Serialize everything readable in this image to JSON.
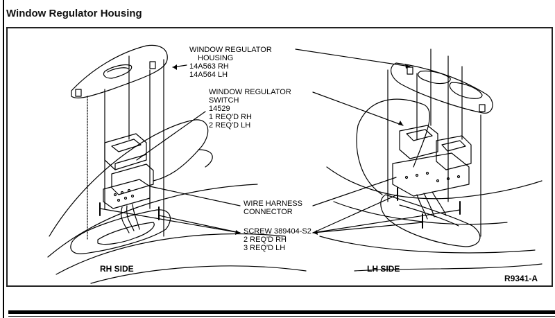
{
  "page": {
    "title": "Window Regulator Housing"
  },
  "diagram": {
    "callouts": {
      "housing": [
        "WINDOW REGULATOR",
        "HOUSING",
        "14A563 RH",
        "14A564 LH"
      ],
      "switch": [
        "WINDOW REGULATOR",
        "SWITCH",
        "14529",
        "1 REQ'D RH",
        "2 REQ'D LH"
      ],
      "harness": [
        "WIRE HARNESS",
        "CONNECTOR"
      ],
      "screw": [
        "SCREW 389404-S2",
        "2 REQ'D RH",
        "3 REQ'D LH"
      ]
    },
    "rh_label": "RH SIDE",
    "lh_label": "LH SIDE",
    "figure_id": "R9341-A"
  }
}
